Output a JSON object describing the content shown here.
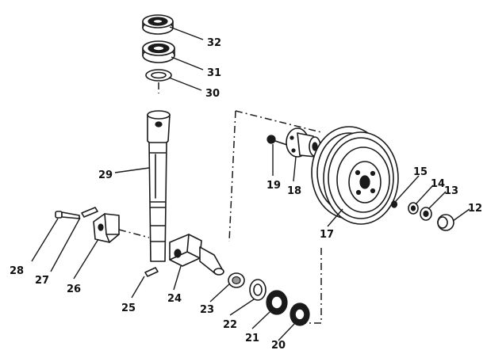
{
  "diagram": {
    "parts": [
      {
        "id": "32",
        "label": "32"
      },
      {
        "id": "31",
        "label": "31"
      },
      {
        "id": "30",
        "label": "30"
      },
      {
        "id": "29",
        "label": "29"
      },
      {
        "id": "28",
        "label": "28"
      },
      {
        "id": "27",
        "label": "27"
      },
      {
        "id": "26",
        "label": "26"
      },
      {
        "id": "25",
        "label": "25"
      },
      {
        "id": "24",
        "label": "24"
      },
      {
        "id": "23",
        "label": "23"
      },
      {
        "id": "22",
        "label": "22"
      },
      {
        "id": "21",
        "label": "21"
      },
      {
        "id": "20",
        "label": "20"
      },
      {
        "id": "19",
        "label": "19"
      },
      {
        "id": "18",
        "label": "18"
      },
      {
        "id": "17",
        "label": "17"
      },
      {
        "id": "15",
        "label": "15"
      },
      {
        "id": "14",
        "label": "14"
      },
      {
        "id": "13",
        "label": "13"
      },
      {
        "id": "12",
        "label": "12"
      }
    ]
  }
}
